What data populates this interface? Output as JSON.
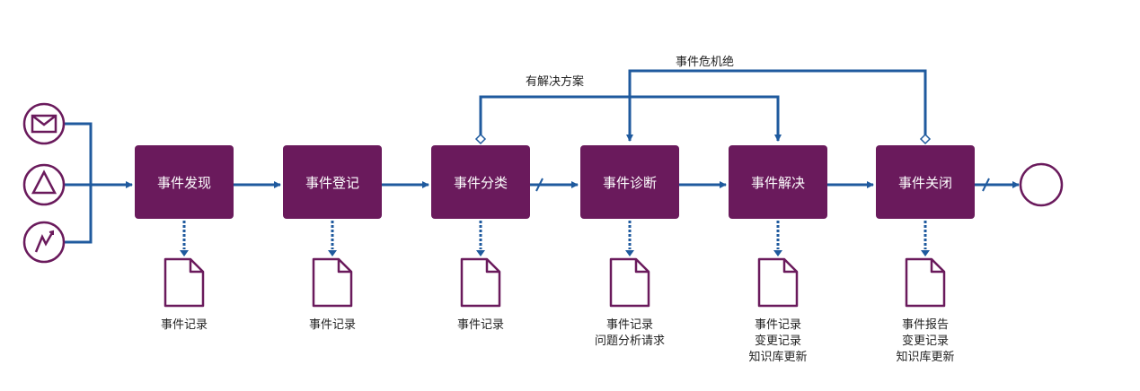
{
  "edge_labels": {
    "has_solution": "有解决方案",
    "crisis": "事件危机绝"
  },
  "triggers": [
    {
      "icon": "envelope-icon"
    },
    {
      "icon": "triangle-icon"
    },
    {
      "icon": "lightning-icon"
    }
  ],
  "stages": [
    {
      "label": "事件发现",
      "outputs": [
        "事件记录"
      ]
    },
    {
      "label": "事件登记",
      "outputs": [
        "事件记录"
      ]
    },
    {
      "label": "事件分类",
      "outputs": [
        "事件记录"
      ]
    },
    {
      "label": "事件诊断",
      "outputs": [
        "事件记录",
        "问题分析请求"
      ]
    },
    {
      "label": "事件解决",
      "outputs": [
        "事件记录",
        "变更记录",
        "知识库更新"
      ]
    },
    {
      "label": "事件关闭",
      "outputs": [
        "事件报告",
        "变更记录",
        "知识库更新"
      ]
    }
  ],
  "colors": {
    "stage_fill": "#6a1a5c",
    "flow_line": "#1f5a9e",
    "icon_stroke": "#6a1a5c"
  }
}
